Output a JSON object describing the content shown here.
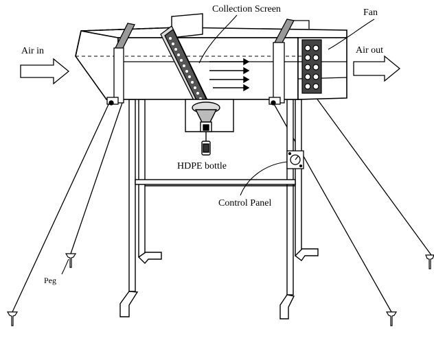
{
  "labels": {
    "collection_screen": "Collection Screen",
    "fan": "Fan",
    "air_in": "Air in",
    "air_out": "Air out",
    "hdpe_bottle": "HDPE bottle",
    "control_panel": "Control Panel",
    "peg": "Peg"
  },
  "colors": {
    "ink": "#000000",
    "paper": "#ffffff",
    "shade": "#cfcfcf"
  }
}
